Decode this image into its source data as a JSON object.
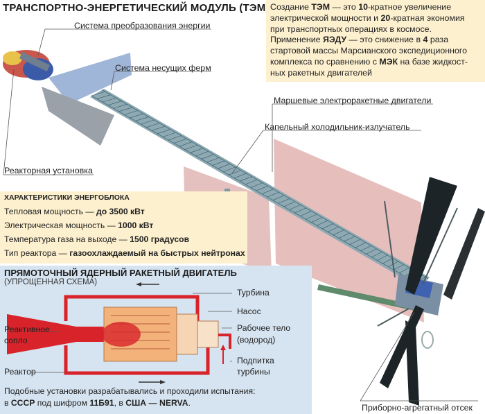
{
  "title": "ТРАНСПОРТНО-ЭНЕРГЕТИЧЕСКИЙ МОДУЛЬ (ТЭМ)",
  "intro": {
    "line1_a": "Создание ",
    "line1_b": "ТЭМ",
    "line1_c": " — это ",
    "line1_d": "10",
    "line1_e": "-кратное увеличение",
    "line2": "электрической мощности и ",
    "line2_b": "20",
    "line2_c": "-кратная экономия",
    "line3": "при транспортных операциях в космосе.",
    "line4_a": "Применение ",
    "line4_b": "ЯЭДУ",
    "line4_c": " — это снижение в ",
    "line4_d": "4",
    "line4_e": " раза",
    "line5": "стартовой массы Марсианского экспедиционного",
    "line6_a": "комплекса по сравнению с ",
    "line6_b": "МЭК",
    "line6_c": " на базе жидкост-",
    "line7": "ных ракетных двигателей"
  },
  "labels": {
    "power_conversion": "Система преобразования энергии",
    "truss": "Система несущих ферм",
    "reactor_unit": "Реакторная установка",
    "thrusters": "Маршевые электроракетные двигатели",
    "radiator": "Капельный холодильник-излучатель",
    "instrument_bay": "Приборно-агрегатный отсек"
  },
  "specs": {
    "heading": "ХАРАКТЕРИСТИКИ ЭНЕРГОБЛОКА",
    "items": [
      {
        "label": "Тепловая мощность — ",
        "value": "до 3500 кВт"
      },
      {
        "label": "Электрическая мощность — ",
        "value": "1000 кВт"
      },
      {
        "label": "Температура газа на выходе  — ",
        "value": "1500 градусов"
      },
      {
        "label": "Тип реактора — ",
        "value": "газоохлаждаемый на быстрых нейтронах"
      }
    ]
  },
  "engine": {
    "heading": "ПРЯМОТОЧНЫЙ ЯДЕРНЫЙ РАКЕТНЫЙ ДВИГАТЕЛЬ",
    "subheading": "(УПРОЩЕННАЯ СХЕМА)",
    "labels": {
      "turbine": "Турбина",
      "pump": "Насос",
      "working_body_1": "Рабочее тело",
      "working_body_2": "(водород)",
      "nozzle_1": "Реактивное",
      "nozzle_2": "сопло",
      "reactor": "Реактор",
      "turbine_feed_1": "Подпитка",
      "turbine_feed_2": "турбины"
    },
    "note_line1": "Подобные установки разрабатывались и проходили испытания:",
    "note_a": "в ",
    "note_b": "СССР",
    "note_c": " под шифром ",
    "note_d": "11Б91",
    "note_e": ", в ",
    "note_f": "США — NERVA",
    "note_g": "."
  },
  "colors": {
    "cream": "#fdf0cf",
    "light_blue": "#d6e4f1",
    "engine_red": "#d8232a",
    "reactor_orange": "#f2b27a",
    "radiator_pink": "#e2b4b1"
  }
}
